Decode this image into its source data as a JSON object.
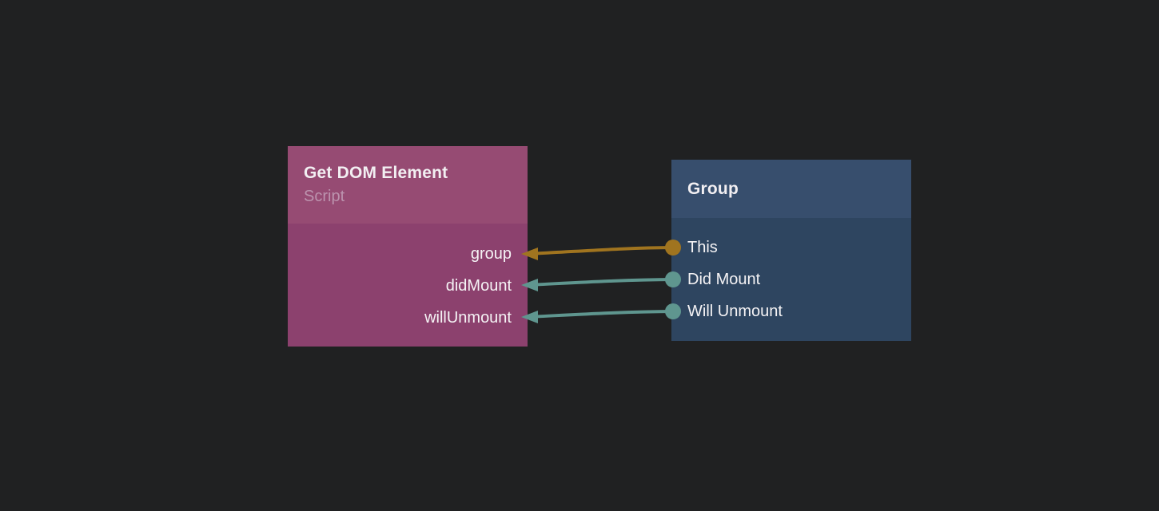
{
  "canvas": {
    "background_color": "#202122"
  },
  "left_node": {
    "title": "Get DOM Element",
    "subtitle": "Script",
    "header_color": "#964B73",
    "body_color": "#8C416E",
    "outputs": [
      {
        "label": "group"
      },
      {
        "label": "didMount"
      },
      {
        "label": "willUnmount"
      }
    ]
  },
  "right_node": {
    "title": "Group",
    "header_color": "#374E6D",
    "body_color": "#2E4560",
    "ports": [
      {
        "label": "This"
      },
      {
        "label": "Did Mount"
      },
      {
        "label": "Will Unmount"
      }
    ]
  },
  "edges": [
    {
      "from": "This",
      "to": "group",
      "color": "#A0741F"
    },
    {
      "from": "Did Mount",
      "to": "didMount",
      "color": "#5F968F"
    },
    {
      "from": "Will Unmount",
      "to": "willUnmount",
      "color": "#5F968F"
    }
  ]
}
